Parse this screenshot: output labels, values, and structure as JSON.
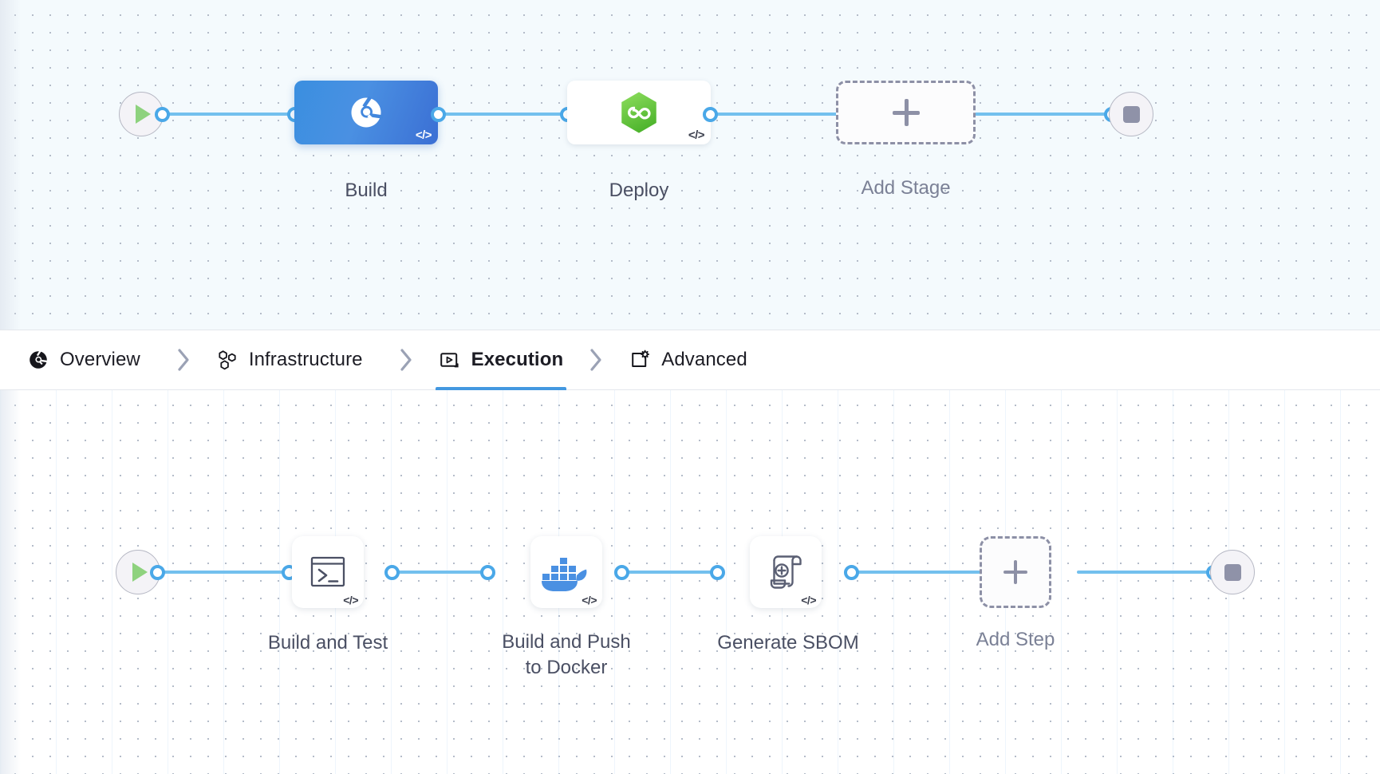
{
  "tabs": [
    {
      "label": "Overview",
      "icon": "pie-chart-icon",
      "active": false
    },
    {
      "label": "Infrastructure",
      "icon": "hexagons-icon",
      "active": false
    },
    {
      "label": "Execution",
      "icon": "play-box-icon",
      "active": true
    },
    {
      "label": "Advanced",
      "icon": "box-gear-icon",
      "active": false
    }
  ],
  "stage_graph": {
    "start_node": {
      "icon": "play-icon",
      "label": ""
    },
    "end_node": {
      "icon": "stop-icon",
      "label": ""
    },
    "nodes": [
      {
        "label": "Build",
        "icon": "ci-donut-icon",
        "selected": true,
        "code_badge": "</>"
      },
      {
        "label": "Deploy",
        "icon": "cd-infinity-icon",
        "selected": false,
        "code_badge": "</>"
      }
    ],
    "add_node": {
      "label": "Add Stage",
      "icon": "plus-icon"
    }
  },
  "step_graph": {
    "start_node": {
      "icon": "play-icon",
      "label": ""
    },
    "end_node": {
      "icon": "stop-icon",
      "label": ""
    },
    "nodes": [
      {
        "label": "Build and Test",
        "icon": "terminal-icon",
        "code_badge": "</>"
      },
      {
        "label": "Build and Push\nto Docker",
        "icon": "docker-whale-icon",
        "code_badge": "</>"
      },
      {
        "label": "Generate SBOM",
        "icon": "sbom-scroll-icon",
        "code_badge": "</>"
      }
    ],
    "add_node": {
      "label": "Add Step",
      "icon": "plus-icon"
    }
  },
  "colors": {
    "accent_blue": "#4398e0",
    "connector_blue": "#73c0ee",
    "stage_selected_blue": "#4a90e2",
    "cd_green": "#6fc44c",
    "docker_blue": "#4a90e2",
    "start_green": "#8ed27e",
    "stop_gray": "#8f92a8",
    "stage_canvas_bg": "#f4fafd",
    "step_canvas_bg": "#ffffff"
  }
}
